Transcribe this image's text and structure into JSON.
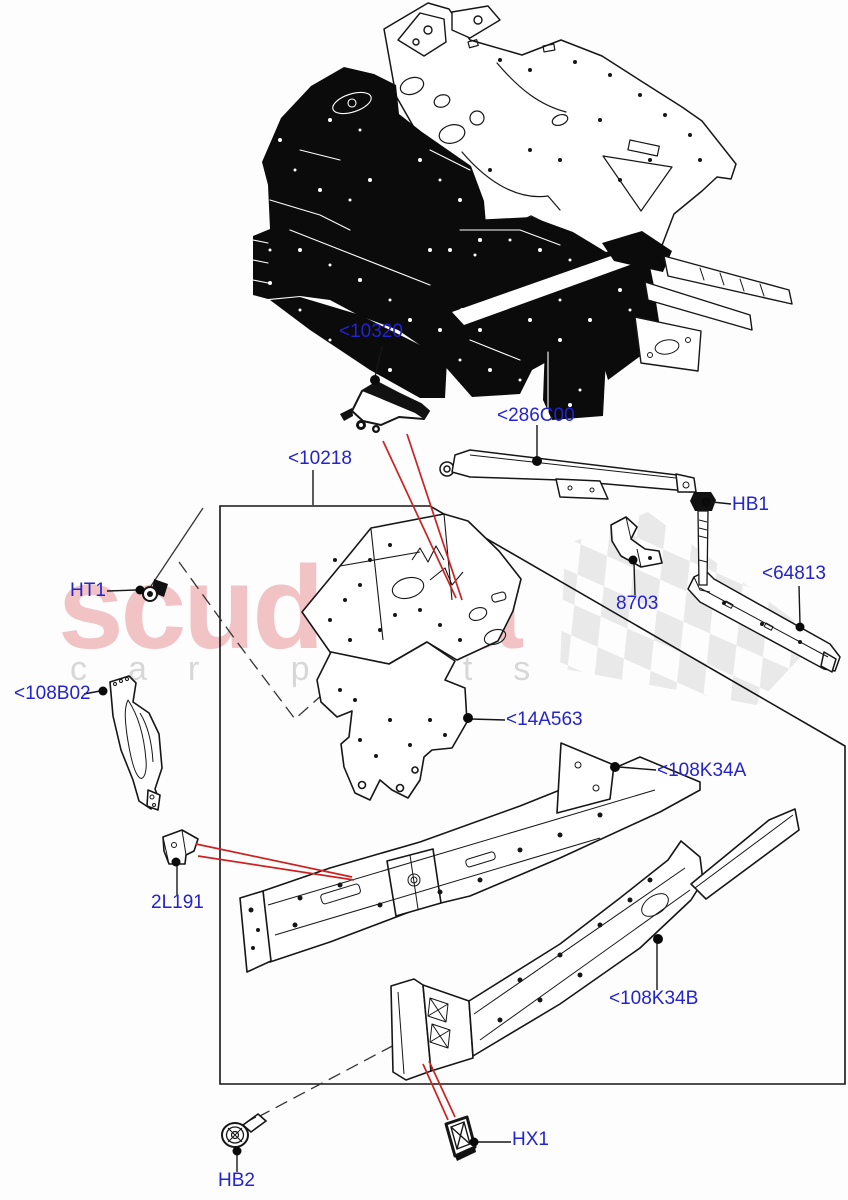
{
  "page": {
    "background": "#fdfdfd",
    "type": "exploded-parts-diagram"
  },
  "colors": {
    "label_blue": "#2323d0",
    "indicator_red": "#cc2222",
    "diagram_ink": "#111111",
    "watermark_pink": "#f2c3c5",
    "watermark_gray": "#d7d7d7",
    "checker_gray": "#e4e4e4"
  },
  "watermark": {
    "line1": "scuderia",
    "line2": "car parts"
  },
  "labels": {
    "p10320": "<10320",
    "p286C00": "<286C00",
    "p10218": "<10218",
    "ht1": "HT1",
    "p108B02": "<108B02",
    "p8703": "8703",
    "hb1": "HB1",
    "p64813": "<64813",
    "p14A563": "<14A563",
    "p108K34A": "<108K34A",
    "p2L191": "2L191",
    "p108K34B": "<108K34B",
    "hb2": "HB2",
    "hx1": "HX1"
  }
}
